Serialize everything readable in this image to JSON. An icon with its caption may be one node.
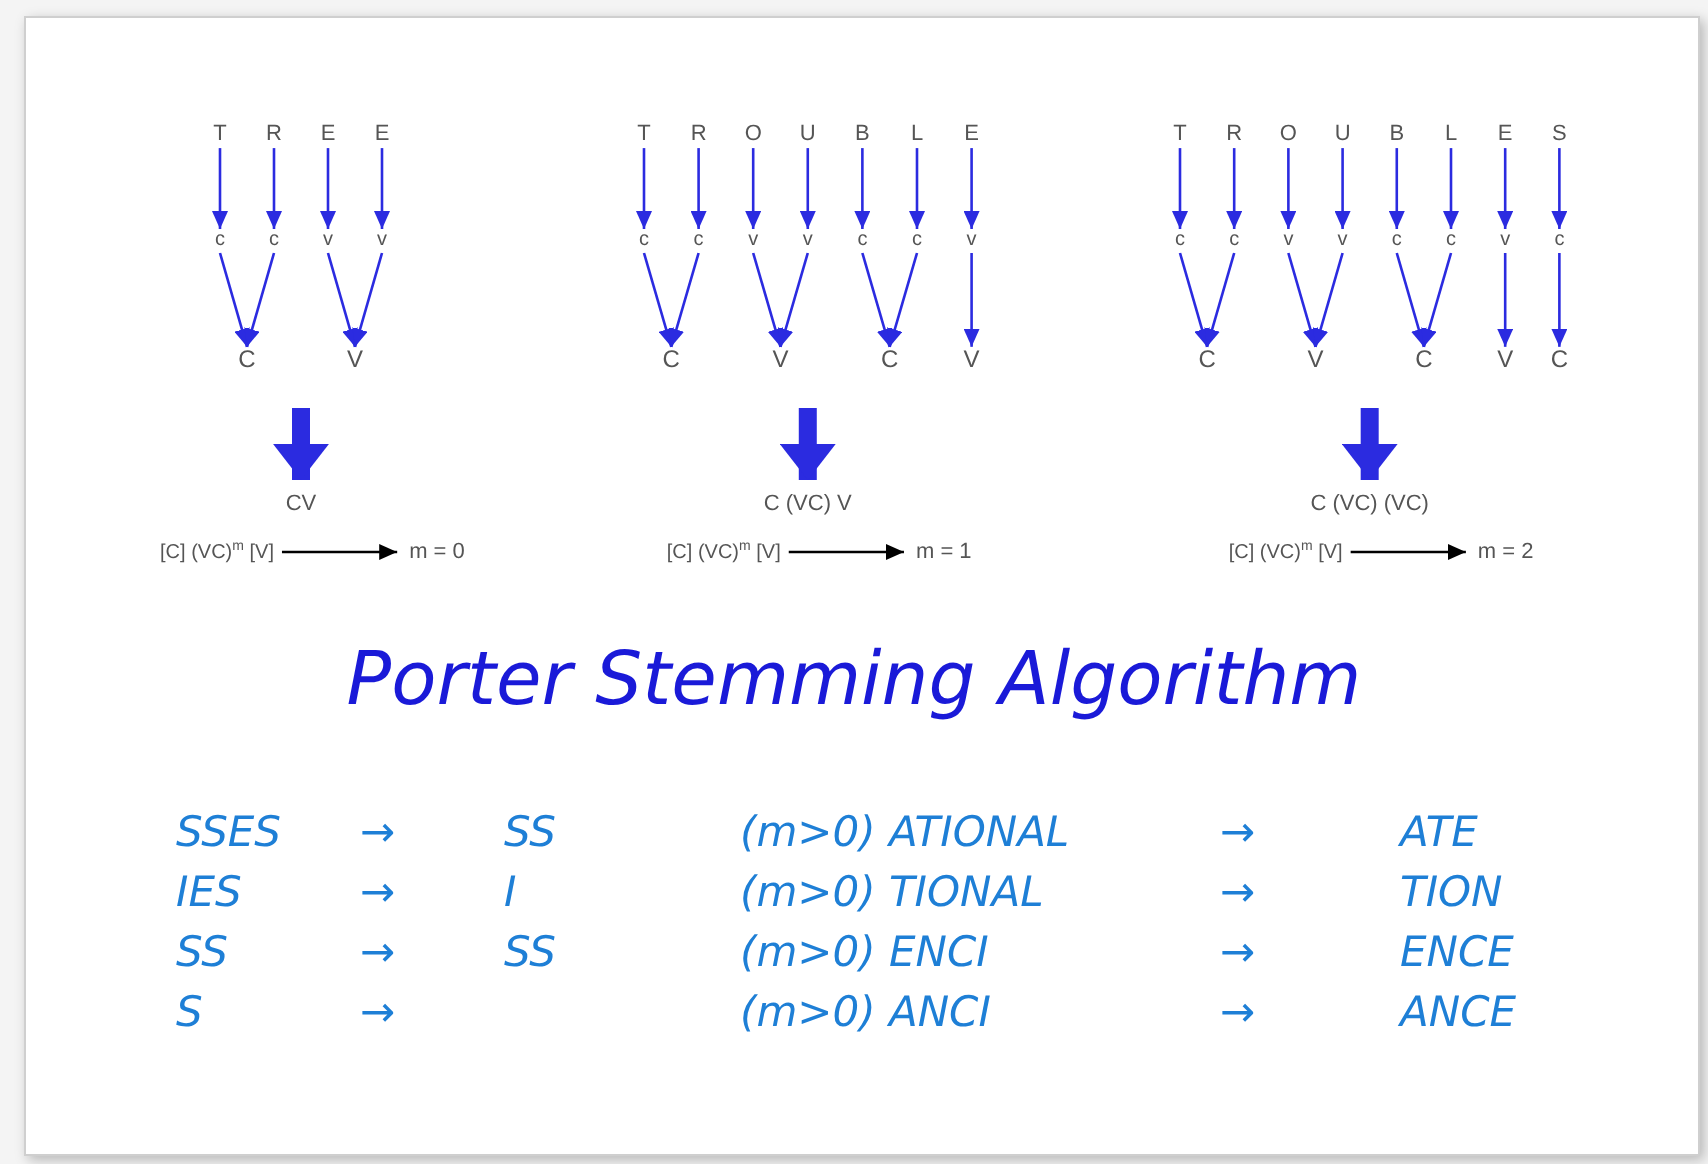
{
  "diagram": {
    "title": "Porter Stemming Algorithm",
    "nodes": [
      {
        "text": [
          "T"
        ]
      },
      {
        "text": [
          "R"
        ]
      },
      {
        "text": [
          "E"
        ]
      },
      {
        "text": [
          "E"
        ]
      },
      {
        "text": [
          "c"
        ]
      },
      {
        "text": [
          "c"
        ]
      },
      {
        "text": [
          "v"
        ]
      },
      {
        "text": [
          "v"
        ]
      },
      {
        "text": [
          "C"
        ]
      },
      {
        "text": [
          "V"
        ]
      },
      {
        "text": [
          "CV"
        ]
      },
      {
        "text": [
          "[C] (VC)$^{m}$ [V]"
        ]
      },
      {
        "text": [
          "m = 0"
        ]
      },
      {
        "text": [
          "T"
        ]
      },
      {
        "text": [
          "R"
        ]
      },
      {
        "text": [
          "O"
        ]
      },
      {
        "text": [
          "U"
        ]
      },
      {
        "text": [
          "B"
        ]
      },
      {
        "text": [
          "L"
        ]
      },
      {
        "text": [
          "E"
        ]
      },
      {
        "text": [
          "c"
        ]
      },
      {
        "text": [
          "c"
        ]
      },
      {
        "text": [
          "v"
        ]
      },
      {
        "text": [
          "v"
        ]
      },
      {
        "text": [
          "c"
        ]
      },
      {
        "text": [
          "c"
        ]
      },
      {
        "text": [
          "v"
        ]
      },
      {
        "text": [
          "C"
        ]
      },
      {
        "text": [
          "V"
        ]
      },
      {
        "text": [
          "C"
        ]
      },
      {
        "text": [
          "V"
        ]
      },
      {
        "text": [
          "C (VC) V"
        ]
      },
      {
        "text": [
          "[C] (VC)$^{m}$ [V]"
        ]
      },
      {
        "text": [
          "m = 1"
        ]
      },
      {
        "text": [
          "T"
        ]
      },
      {
        "text": [
          "R"
        ]
      },
      {
        "text": [
          "O"
        ]
      },
      {
        "text": [
          "U"
        ]
      },
      {
        "text": [
          "B"
        ]
      },
      {
        "text": [
          "L"
        ]
      },
      {
        "text": [
          "E"
        ]
      },
      {
        "text": [
          "S"
        ]
      },
      {
        "text": [
          "c"
        ]
      },
      {
        "text": [
          "c"
        ]
      },
      {
        "text": [
          "v"
        ]
      },
      {
        "text": [
          "v"
        ]
      },
      {
        "text": [
          "c"
        ]
      },
      {
        "text": [
          "c"
        ]
      },
      {
        "text": [
          "v"
        ]
      },
      {
        "text": [
          "c"
        ]
      },
      {
        "text": [
          "C"
        ]
      },
      {
        "text": [
          "V"
        ]
      },
      {
        "text": [
          "C"
        ]
      },
      {
        "text": [
          "V"
        ]
      },
      {
        "text": [
          "C"
        ]
      },
      {
        "text": [
          "C (VC) (VC)"
        ]
      },
      {
        "text": [
          "[C] (VC)$^{m}$ [V]"
        ]
      },
      {
        "text": [
          "m = 2"
        ]
      }
    ],
    "edges": [
      {
        "from": 0,
        "to": 4,
        "arrow": "to"
      },
      {
        "from": 1,
        "to": 5,
        "arrow": "to"
      },
      {
        "from": 2,
        "to": 6,
        "arrow": "to"
      },
      {
        "from": 3,
        "to": 7,
        "arrow": "to"
      },
      {
        "from": 4,
        "to": 8,
        "arrow": "to"
      },
      {
        "from": 5,
        "to": 8,
        "arrow": "to"
      },
      {
        "from": 6,
        "to": 9,
        "arrow": "to"
      },
      {
        "from": 7,
        "to": 9,
        "arrow": "to"
      },
      {
        "from": null,
        "to": 10,
        "arrow": "to",
        "style": "thick"
      },
      {
        "from": 11,
        "to": 12,
        "arrow": "to",
        "color": "#000000"
      },
      {
        "from": 13,
        "to": 20,
        "arrow": "to"
      },
      {
        "from": 14,
        "to": 21,
        "arrow": "to"
      },
      {
        "from": 15,
        "to": 22,
        "arrow": "to"
      },
      {
        "from": 16,
        "to": 23,
        "arrow": "to"
      },
      {
        "from": 17,
        "to": 24,
        "arrow": "to"
      },
      {
        "from": 18,
        "to": 25,
        "arrow": "to"
      },
      {
        "from": 19,
        "to": 26,
        "arrow": "to"
      },
      {
        "from": 20,
        "to": 27,
        "arrow": "to"
      },
      {
        "from": 21,
        "to": 27,
        "arrow": "to"
      },
      {
        "from": 22,
        "to": 28,
        "arrow": "to"
      },
      {
        "from": 23,
        "to": 28,
        "arrow": "to"
      },
      {
        "from": 24,
        "to": 29,
        "arrow": "to"
      },
      {
        "from": 25,
        "to": 29,
        "arrow": "to"
      },
      {
        "from": 26,
        "to": 30,
        "arrow": "to"
      },
      {
        "from": null,
        "to": 31,
        "arrow": "to",
        "style": "thick"
      },
      {
        "from": 32,
        "to": 33,
        "arrow": "to",
        "color": "#000000"
      },
      {
        "from": 34,
        "to": 42,
        "arrow": "to"
      },
      {
        "from": 35,
        "to": 43,
        "arrow": "to"
      },
      {
        "from": 36,
        "to": 44,
        "arrow": "to"
      },
      {
        "from": 37,
        "to": 45,
        "arrow": "to"
      },
      {
        "from": 38,
        "to": 46,
        "arrow": "to"
      },
      {
        "from": 39,
        "to": 47,
        "arrow": "to"
      },
      {
        "from": 40,
        "to": 48,
        "arrow": "to"
      },
      {
        "from": 41,
        "to": 49,
        "arrow": "to"
      },
      {
        "from": 42,
        "to": 50,
        "arrow": "to"
      },
      {
        "from": 43,
        "to": 50,
        "arrow": "to"
      },
      {
        "from": 44,
        "to": 51,
        "arrow": "to"
      },
      {
        "from": 45,
        "to": 51,
        "arrow": "to"
      },
      {
        "from": 46,
        "to": 52,
        "arrow": "to"
      },
      {
        "from": 47,
        "to": 52,
        "arrow": "to"
      },
      {
        "from": 48,
        "to": 53,
        "arrow": "to"
      },
      {
        "from": 49,
        "to": 54,
        "arrow": "to"
      },
      {
        "from": null,
        "to": 55,
        "arrow": "to",
        "style": "thick"
      },
      {
        "from": 56,
        "to": 57,
        "arrow": "to",
        "color": "#000000"
      }
    ],
    "labels": [
      "SSES",
      "→",
      "SS",
      "(m>0) ATIONAL",
      "→",
      "ATE",
      "IES",
      "→",
      "I",
      "(m>0) TIONAL",
      "→",
      "TION",
      "SS",
      "→",
      "SS",
      "(m>0) ENCI",
      "→",
      "ENCE",
      "S",
      "→",
      "(m>0) ANCI",
      "→",
      "ANCE"
    ]
  }
}
